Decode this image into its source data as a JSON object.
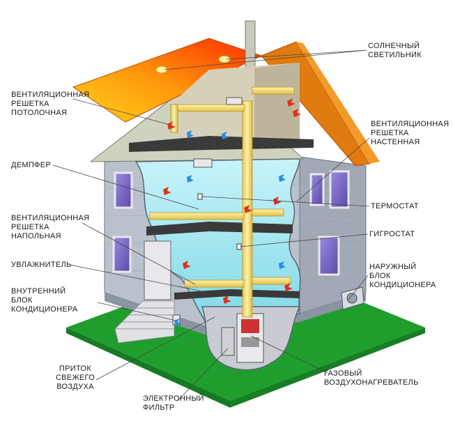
{
  "labels": {
    "solar_light": "СОЛНЕЧНЫЙ\nСВЕТИЛЬНИК",
    "ceiling_grille": "ВЕНТИЛЯЦИОННАЯ\nРЕШЕТКА\nПОТОЛОЧНАЯ",
    "wall_grille": "ВЕНТИЛЯЦИОННАЯ\nРЕШЕТКА\nНАСТЕННАЯ",
    "damper": "ДЕМПФЕР",
    "thermostat": "ТЕРМОСТАТ",
    "floor_grille": "ВЕНТИЛЯЦИОННАЯ\nРЕШЕТКА\nНАПОЛЬНАЯ",
    "hygrostat": "ГИГРОСТАТ",
    "humidifier": "УВЛАЖНИТЕЛЬ",
    "outdoor_unit": "НАРУЖНЫЙ\nБЛОК\nКОНДИЦИОНЕРА",
    "indoor_unit": "ВНУТРЕННИЙ\nБЛОК\nКОНДИЦИОНЕРА",
    "fresh_air": "ПРИТОК\nСВЕЖЕГО\nВОЗДУХА",
    "gas_heater": "ГАЗОВЫЙ\nВОЗДУХОНАГРЕВАТЕЛЬ",
    "electronic_filter": "ЭЛЕКТРОННЫЙ\nФИЛЬТР"
  },
  "colors": {
    "roof_gradient_start": "#ff2a00",
    "roof_gradient_end": "#ffd21a",
    "roof_edge": "#e07b10",
    "wall_front": "#b9c1cc",
    "wall_side": "#a0a9b5",
    "gable": "#cfd2be",
    "room": "#9fe3ee",
    "duct": "#f2dc6e",
    "lawn": "#1f9e2e",
    "window": "#7d6bc8",
    "attic": "#d7d0b8",
    "basement": "#c9cbd3",
    "heat_arrow": "#e0301c",
    "cool_arrow": "#2a8fdc",
    "leader_line": "#444444"
  }
}
